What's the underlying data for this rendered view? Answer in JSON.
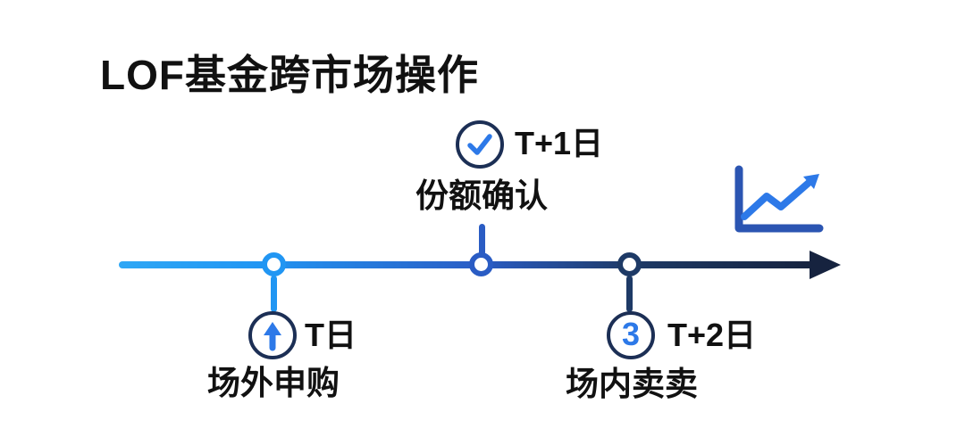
{
  "title": "LOF基金跨市场操作",
  "colors": {
    "accent_blue": "#2D79E8",
    "navy_ring": "#1C2F55",
    "timeline_start": "#2EA7F5",
    "timeline_mid": "#2A5CC4",
    "timeline_end": "#16233F",
    "text": "#111111"
  },
  "timeline": {
    "direction": "left-to-right",
    "milestones": [
      {
        "day_label": "T日",
        "action": "场外申购",
        "icon": "arrow-up-circle-icon",
        "side": "below"
      },
      {
        "day_label": "T+1日",
        "action": "份额确认",
        "icon": "check-circle-icon",
        "side": "above"
      },
      {
        "day_label": "T+2日",
        "action": "场内卖卖",
        "icon": "number-3-circle-icon",
        "badge_number": "3",
        "side": "below"
      }
    ]
  },
  "decorations": {
    "trend_chart_icon": "line-chart-rising-icon"
  }
}
